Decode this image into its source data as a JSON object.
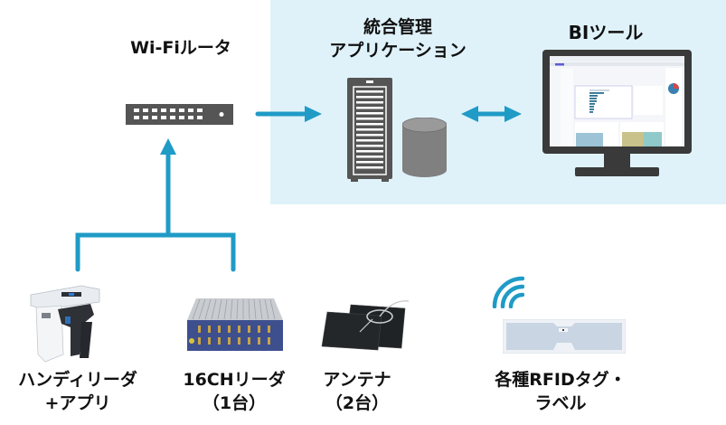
{
  "colors": {
    "accent": "#1f9bc6",
    "panel_bg": "#dff2fa",
    "device_dark": "#555555",
    "db_gray": "#808080"
  },
  "nodes": {
    "router": {
      "label": "Wi-Fiルータ",
      "icon": "network-switch-icon"
    },
    "server": {
      "label_line1": "統合管理",
      "label_line2": "アプリケーション",
      "icon": "server-tower-icon",
      "db_icon": "database-icon"
    },
    "bi": {
      "label": "BIツール",
      "icon": "monitor-dashboard-icon"
    },
    "handheld": {
      "label_line1": "ハンディリーダ",
      "label_line2": "+アプリ",
      "icon": "handheld-rfid-reader-icon"
    },
    "reader16": {
      "label_line1": "16CHリーダ",
      "label_line2": "（1台）",
      "icon": "16ch-rfid-reader-icon"
    },
    "antenna": {
      "label_line1": "アンテナ",
      "label_line2": "（2台）",
      "icon": "antenna-panel-icon"
    },
    "tag": {
      "label_line1": "各種RFIDタグ・",
      "label_line2": "ラベル",
      "icon": "rfid-tag-icon",
      "signal_icon": "wireless-signal-icon"
    }
  },
  "connections": [
    {
      "from": "handheld",
      "to": "router",
      "type": "arrow"
    },
    {
      "from": "reader16",
      "to": "router",
      "type": "arrow"
    },
    {
      "from": "router",
      "to": "server",
      "type": "arrow"
    },
    {
      "from": "server",
      "to": "bi",
      "type": "bidirectional-arrow"
    }
  ]
}
